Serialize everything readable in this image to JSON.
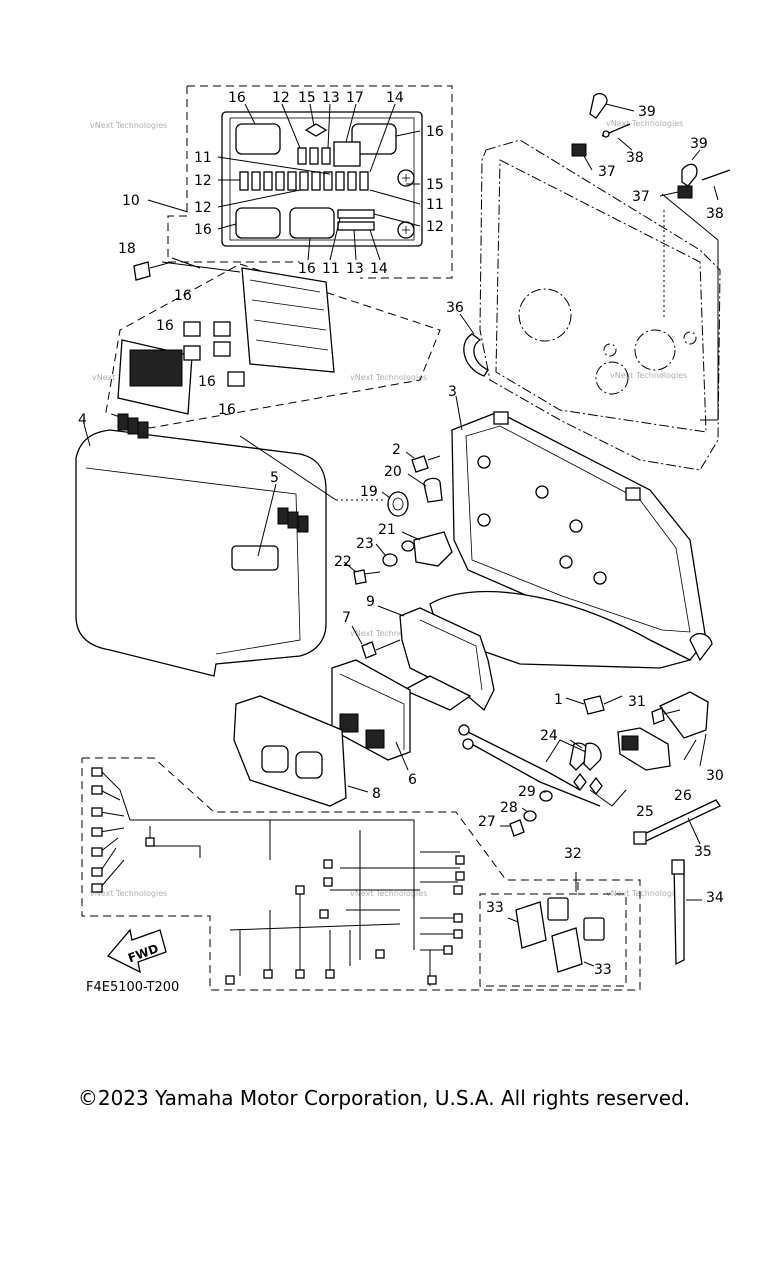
{
  "diagram": {
    "part_code": "F4E5100-T200",
    "fwd_label": "FWD",
    "watermark": "vNext Technologies",
    "callouts": [
      {
        "id": "c16a",
        "text": "16"
      },
      {
        "id": "c12a",
        "text": "12"
      },
      {
        "id": "c15a",
        "text": "15"
      },
      {
        "id": "c13a",
        "text": "13"
      },
      {
        "id": "c17",
        "text": "17"
      },
      {
        "id": "c14a",
        "text": "14"
      },
      {
        "id": "c16b",
        "text": "16"
      },
      {
        "id": "c11a",
        "text": "11"
      },
      {
        "id": "c12b",
        "text": "12"
      },
      {
        "id": "c15b",
        "text": "15"
      },
      {
        "id": "c10",
        "text": "10"
      },
      {
        "id": "c12c",
        "text": "12"
      },
      {
        "id": "c11b",
        "text": "11"
      },
      {
        "id": "c12d",
        "text": "12"
      },
      {
        "id": "c16c",
        "text": "16"
      },
      {
        "id": "c16d",
        "text": "16"
      },
      {
        "id": "c11c",
        "text": "11"
      },
      {
        "id": "c13b",
        "text": "13"
      },
      {
        "id": "c14b",
        "text": "14"
      },
      {
        "id": "c18",
        "text": "18"
      },
      {
        "id": "c16e",
        "text": "16"
      },
      {
        "id": "c16f",
        "text": "16"
      },
      {
        "id": "c16g",
        "text": "16"
      },
      {
        "id": "c16h",
        "text": "16"
      },
      {
        "id": "c39a",
        "text": "39"
      },
      {
        "id": "c38a",
        "text": "38"
      },
      {
        "id": "c37a",
        "text": "37"
      },
      {
        "id": "c39b",
        "text": "39"
      },
      {
        "id": "c37b",
        "text": "37"
      },
      {
        "id": "c38b",
        "text": "38"
      },
      {
        "id": "c36",
        "text": "36"
      },
      {
        "id": "c3",
        "text": "3"
      },
      {
        "id": "c4",
        "text": "4"
      },
      {
        "id": "c2",
        "text": "2"
      },
      {
        "id": "c20",
        "text": "20"
      },
      {
        "id": "c19",
        "text": "19"
      },
      {
        "id": "c5",
        "text": "5"
      },
      {
        "id": "c21",
        "text": "21"
      },
      {
        "id": "c23",
        "text": "23"
      },
      {
        "id": "c22",
        "text": "22"
      },
      {
        "id": "c9",
        "text": "9"
      },
      {
        "id": "c7",
        "text": "7"
      },
      {
        "id": "c1",
        "text": "1"
      },
      {
        "id": "c31",
        "text": "31"
      },
      {
        "id": "c24",
        "text": "24"
      },
      {
        "id": "c30",
        "text": "30"
      },
      {
        "id": "c6",
        "text": "6"
      },
      {
        "id": "c26",
        "text": "26"
      },
      {
        "id": "c8",
        "text": "8"
      },
      {
        "id": "c29",
        "text": "29"
      },
      {
        "id": "c25",
        "text": "25"
      },
      {
        "id": "c28",
        "text": "28"
      },
      {
        "id": "c27",
        "text": "27"
      },
      {
        "id": "c35",
        "text": "35"
      },
      {
        "id": "c32",
        "text": "32"
      },
      {
        "id": "c34",
        "text": "34"
      },
      {
        "id": "c33a",
        "text": "33"
      },
      {
        "id": "c33b",
        "text": "33"
      }
    ]
  },
  "footer": {
    "copyright": "©2023 Yamaha Motor Corporation, U.S.A. All rights reserved."
  }
}
